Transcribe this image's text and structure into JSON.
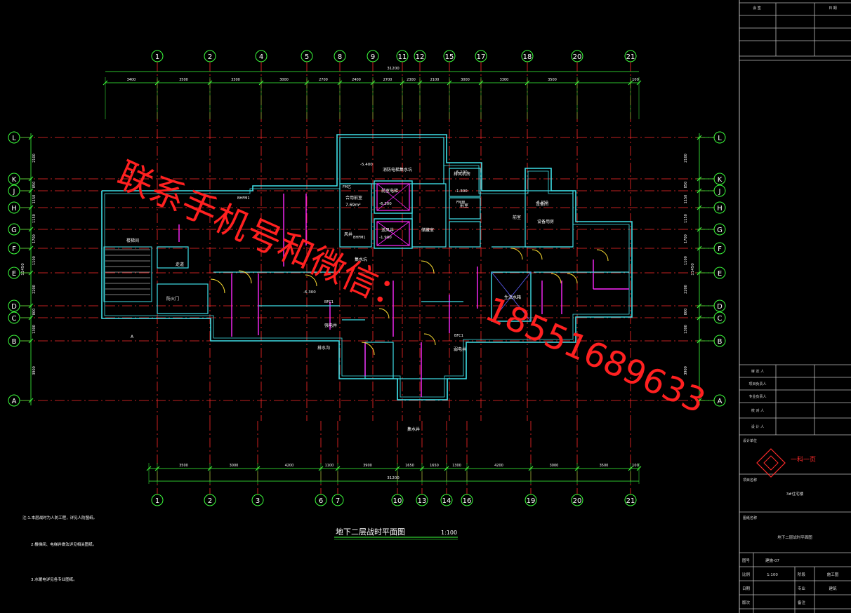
{
  "colors": {
    "background": "#000000",
    "axis_line": "#ff2a2a",
    "axis_bubble": "#3cff3c",
    "dimension": "#3cff3c",
    "wall": "#3fe0e8",
    "partition": "#ff28ff",
    "text": "#ffffff",
    "watermark": "#ff2020",
    "frame": "#bbbbbb"
  },
  "axes_top": [
    "1",
    "2",
    "4",
    "5",
    "8",
    "9",
    "11",
    "12",
    "15",
    "17",
    "18",
    "20",
    "21"
  ],
  "axes_bottom": [
    "1",
    "2",
    "3",
    "6",
    "7",
    "10",
    "13",
    "14",
    "16",
    "19",
    "20",
    "21"
  ],
  "axes_rows": [
    "L",
    "K",
    "J",
    "H",
    "G",
    "F",
    "E",
    "D",
    "C",
    "B",
    "A"
  ],
  "dims_top": [
    "3400",
    "3500",
    "3300",
    "3000",
    "2700",
    "2400",
    "2700",
    "2300",
    "2100",
    "3000",
    "3300",
    "3500"
  ],
  "dims_top_end": "100",
  "dims_top_total": "31200",
  "dims_bottom": [
    "3500",
    "3000",
    "4200",
    "1100",
    "3900",
    "1650",
    "1650",
    "1300",
    "4200",
    "3000",
    "3500"
  ],
  "dims_bottom_end": "100",
  "dims_bottom_total": "31200",
  "dims_left": [
    "2100",
    "850",
    "1150",
    "1150",
    "1700",
    "1100",
    "2200",
    "800",
    "1300",
    "3900"
  ],
  "left_total": "11450",
  "rooms": [
    "消防电梯集水坑",
    "合用前室",
    "7.69m²",
    "前室电梯",
    "送风井",
    "排风机房",
    "前室",
    "风井",
    "楼梯间",
    "走道",
    "生活水箱",
    "设备间",
    "储藏室",
    "集水坑",
    "强电井",
    "弱电井",
    "排水沟",
    "防火门",
    "集水井",
    "前室",
    "设备用房"
  ],
  "door_tags": [
    "BHFM1",
    "FM乙",
    "FM甲",
    "BFC1",
    "BFC1",
    "BHFM1"
  ],
  "levels": [
    "-5.400",
    "-6.300",
    "-5.100",
    "-1.300",
    "-6.150",
    "-6.300",
    "-1.900"
  ],
  "sheet_title": "地下二层战时平面图",
  "sheet_scale": "1:100",
  "notes": [
    "注:1.本层战时为人防工程，详见人防图纸。",
    "2.楼梯间、电梯井做法详见相关图纸。",
    "3.水暖电详见各专业图纸。"
  ],
  "title_block": {
    "top_headers": [
      "会 签",
      "",
      "日 期"
    ],
    "sign_rows": [
      "审 定 人",
      "项目负责人",
      "专业负责人",
      "校 对 人",
      "设 计 人"
    ],
    "company_label": "设计单位",
    "company_name": "一科一页",
    "project_label": "项目名称",
    "project_name": "3#住宅楼",
    "drawing_label": "图纸名称",
    "drawing_name": "地下二层战时平面图",
    "fields": [
      {
        "label": "图号",
        "value": "建施-07"
      },
      {
        "label": "比例",
        "value": "1:100",
        "label2": "阶段",
        "value2": "施工图"
      },
      {
        "label": "日期",
        "value": "",
        "label2": "专业",
        "value2": "建筑"
      },
      {
        "label": "版次",
        "value": "",
        "label2": "备注",
        "value2": ""
      }
    ]
  },
  "watermark": {
    "line1": "联系手机号和微信：",
    "line2": "18551689633"
  }
}
